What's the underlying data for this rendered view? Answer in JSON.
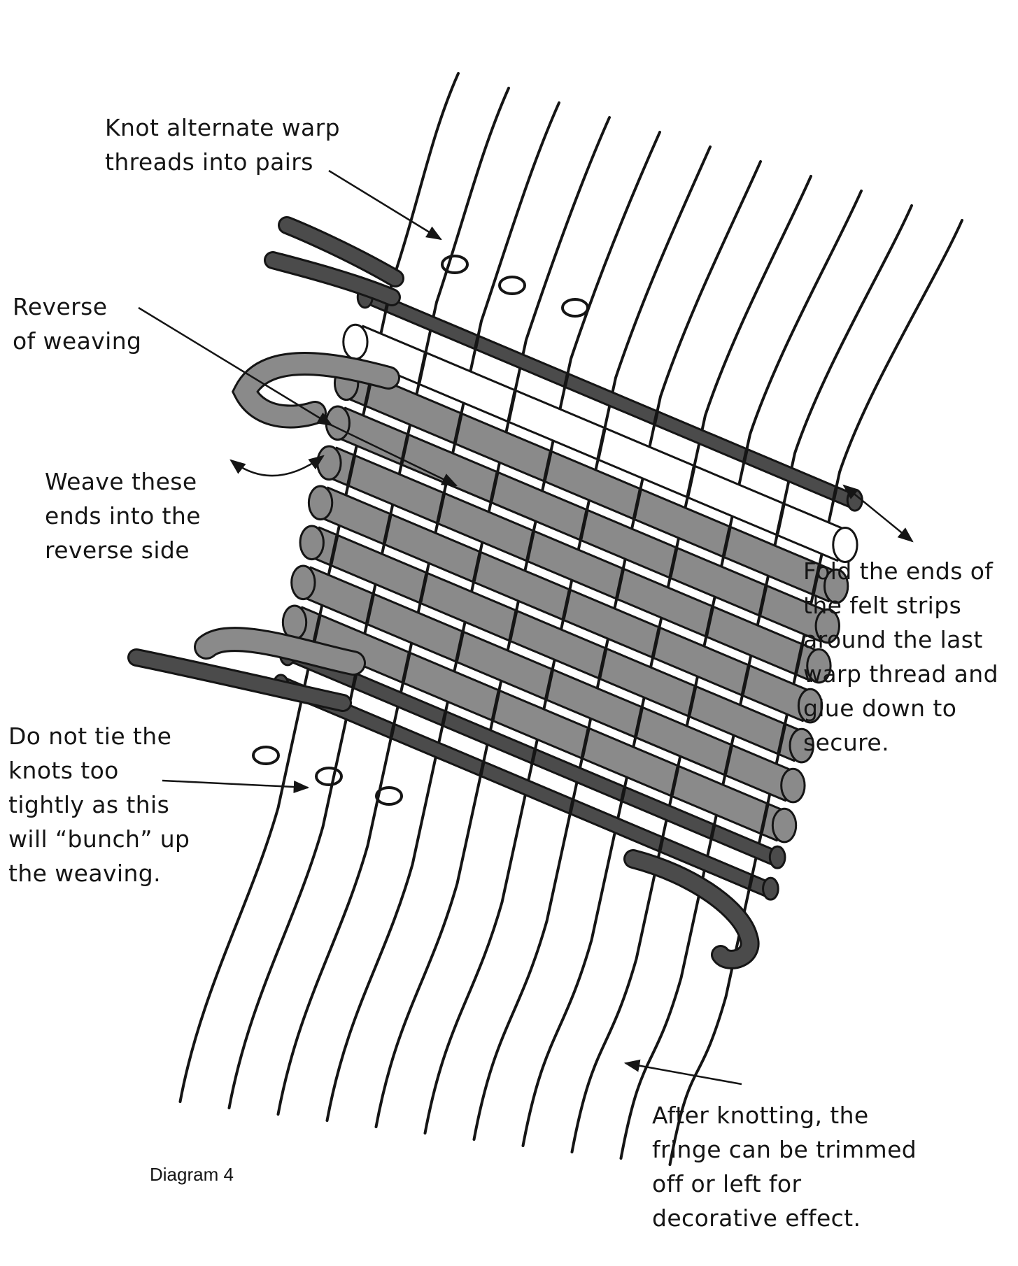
{
  "annotations": {
    "knot_pairs": [
      "Knot alternate warp",
      "threads into pairs"
    ],
    "reverse": [
      "Reverse",
      "of weaving"
    ],
    "weave_ends": [
      "Weave these",
      "ends into the",
      "reverse side"
    ],
    "fold_ends": [
      "Fold the ends of",
      "the felt strips",
      "around the last",
      "warp thread and",
      "glue down to",
      "secure."
    ],
    "do_not_tie": [
      "Do not tie the",
      "knots too",
      "tightly as this",
      "will “bunch” up",
      "the weaving."
    ],
    "after_knotting": [
      "After knotting, the",
      "fringe can be trimmed",
      "off or left for",
      "decorative effect."
    ]
  },
  "caption": "Diagram 4",
  "colors": {
    "ink": "#151515",
    "dark_strip": "#4b4b4b",
    "mid_strip": "#8a8a8a",
    "light_strip": "#ffffff",
    "background": "#ffffff"
  }
}
